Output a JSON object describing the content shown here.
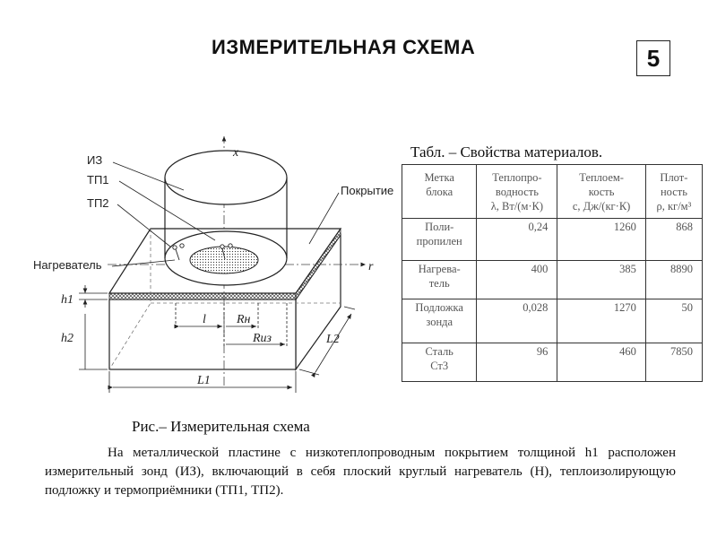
{
  "title": "ИЗМЕРИТЕЛЬНАЯ СХЕМА",
  "slide_number": "5",
  "table": {
    "caption": "Табл. – Свойства материалов.",
    "headers": {
      "label": [
        "Метка",
        "блока"
      ],
      "conductivity": [
        "Теплопро-",
        "водность",
        "λ, Вт/(м·К)"
      ],
      "heat_capacity": [
        "Теплоем-",
        "кость",
        "с, Дж/(кг·К)"
      ],
      "density": [
        "Плот-",
        "ность",
        "ρ, кг/м³"
      ]
    },
    "rows": [
      {
        "label": [
          "Поли-",
          "пропилен"
        ],
        "conductivity": "0,24",
        "heat_capacity": "1260",
        "density": "868"
      },
      {
        "label": [
          "Нагрева-",
          "тель"
        ],
        "conductivity": "400",
        "heat_capacity": "385",
        "density": "8890"
      },
      {
        "label": [
          "Подложка",
          "зонда"
        ],
        "conductivity": "0,028",
        "heat_capacity": "1270",
        "density": "50"
      },
      {
        "label": [
          "Сталь",
          "Ст3"
        ],
        "conductivity": "96",
        "heat_capacity": "460",
        "density": "7850"
      }
    ]
  },
  "figure": {
    "caption": "Рис.– Измерительная схема",
    "labels": {
      "probe": "ИЗ",
      "tp1": "ТП1",
      "tp2": "ТП2",
      "heater": "Нагреватель",
      "coating": "Покрытие",
      "x_axis": "x",
      "r_axis": "r",
      "h1": "h1",
      "h2": "h2",
      "l": "l",
      "rn": "Rн",
      "riz": "Rиз",
      "l1": "L1",
      "l2": "L2"
    }
  },
  "paragraph": "На металлической пластине с низкотеплопроводным покрытием толщиной h1 расположен измерительный зонд (ИЗ), включающий в себя плоский круглый нагреватель (Н), теплоизолирующую подложку и термоприёмники (ТП1, ТП2)."
}
